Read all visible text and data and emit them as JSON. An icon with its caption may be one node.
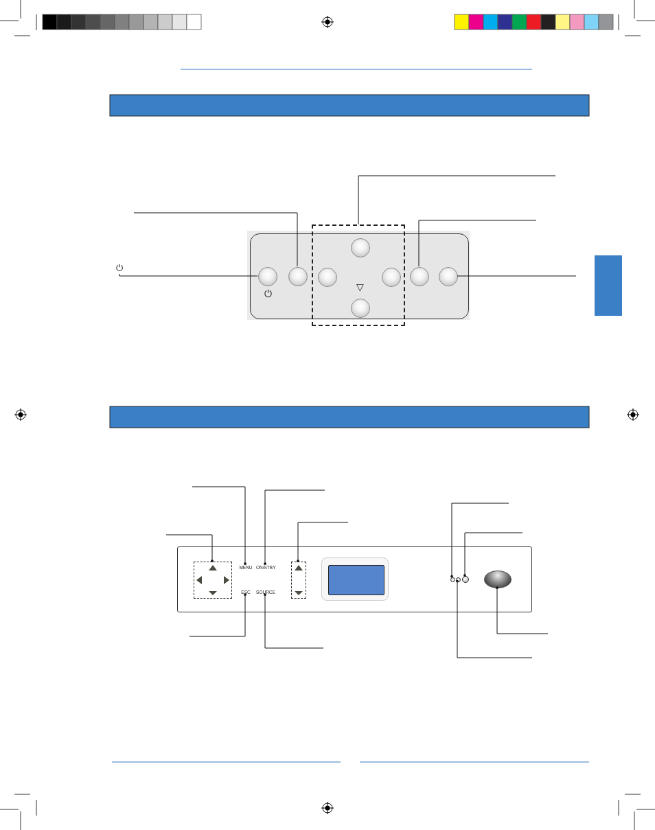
{
  "diagram": {
    "nodes": [
      {
        "text": [
          "⏻"
        ]
      },
      {
        "text": [],
        "shape": "box"
      },
      {
        "text": [],
        "shape": "circle",
        "in": 1
      },
      {
        "text": [],
        "shape": "circle",
        "in": 1
      },
      {
        "text": [],
        "shape": "box"
      },
      {
        "text": [],
        "shape": "circle",
        "in": 4
      },
      {
        "text": [],
        "shape": "circle",
        "in": 4
      },
      {
        "text": [],
        "shape": "circle",
        "in": 4
      },
      {
        "text": [],
        "shape": "circle",
        "in": 4
      },
      {
        "text": [],
        "shape": "circle",
        "in": 1
      },
      {
        "text": [],
        "shape": "circle",
        "in": 1
      },
      {
        "text": [],
        "shape": "box"
      },
      {
        "text": [],
        "shape": "box",
        "in": 11
      },
      {
        "text": [
          "MENU"
        ],
        "in": 11
      },
      {
        "text": [
          "ON/STBY"
        ],
        "in": 11
      },
      {
        "text": [
          "ESC"
        ],
        "in": 11
      },
      {
        "text": [
          "SOURCE"
        ],
        "in": 11
      },
      {
        "text": [],
        "shape": "box",
        "in": 11
      },
      {
        "text": [],
        "shape": "circle",
        "in": 11
      },
      {
        "text": [],
        "shape": "circle",
        "in": 11
      },
      {
        "text": [],
        "shape": "circle",
        "in": 11
      },
      {
        "text": [],
        "shape": "circle",
        "in": 11
      },
      {
        "text": [],
        "shape": "box",
        "in": 11
      },
      {
        "text": [],
        "shape": "box",
        "in": 22
      },
      {
        "text": [],
        "shape": "box"
      }
    ],
    "edges": [
      {
        "from": 0,
        "to": 2,
        "arrow": "none"
      },
      {
        "from": null,
        "to": 3,
        "arrow": "none"
      },
      {
        "from": null,
        "to": 4,
        "arrow": "none"
      },
      {
        "from": null,
        "to": 9,
        "arrow": "none"
      },
      {
        "from": null,
        "to": 10,
        "arrow": "none"
      },
      {
        "from": null,
        "to": 12,
        "arrow": "other"
      },
      {
        "from": null,
        "to": 13,
        "arrow": "other"
      },
      {
        "from": null,
        "to": 14,
        "arrow": "other"
      },
      {
        "from": null,
        "to": 17,
        "arrow": "other"
      },
      {
        "from": null,
        "to": 18,
        "arrow": "other"
      },
      {
        "from": null,
        "to": 20,
        "arrow": "other"
      },
      {
        "from": null,
        "to": 15,
        "arrow": "other"
      },
      {
        "from": null,
        "to": 16,
        "arrow": "other"
      },
      {
        "from": null,
        "to": 21,
        "arrow": "other"
      },
      {
        "from": null,
        "to": 19,
        "arrow": "other"
      }
    ],
    "labels": [
      "⏻",
      "▽"
    ]
  }
}
